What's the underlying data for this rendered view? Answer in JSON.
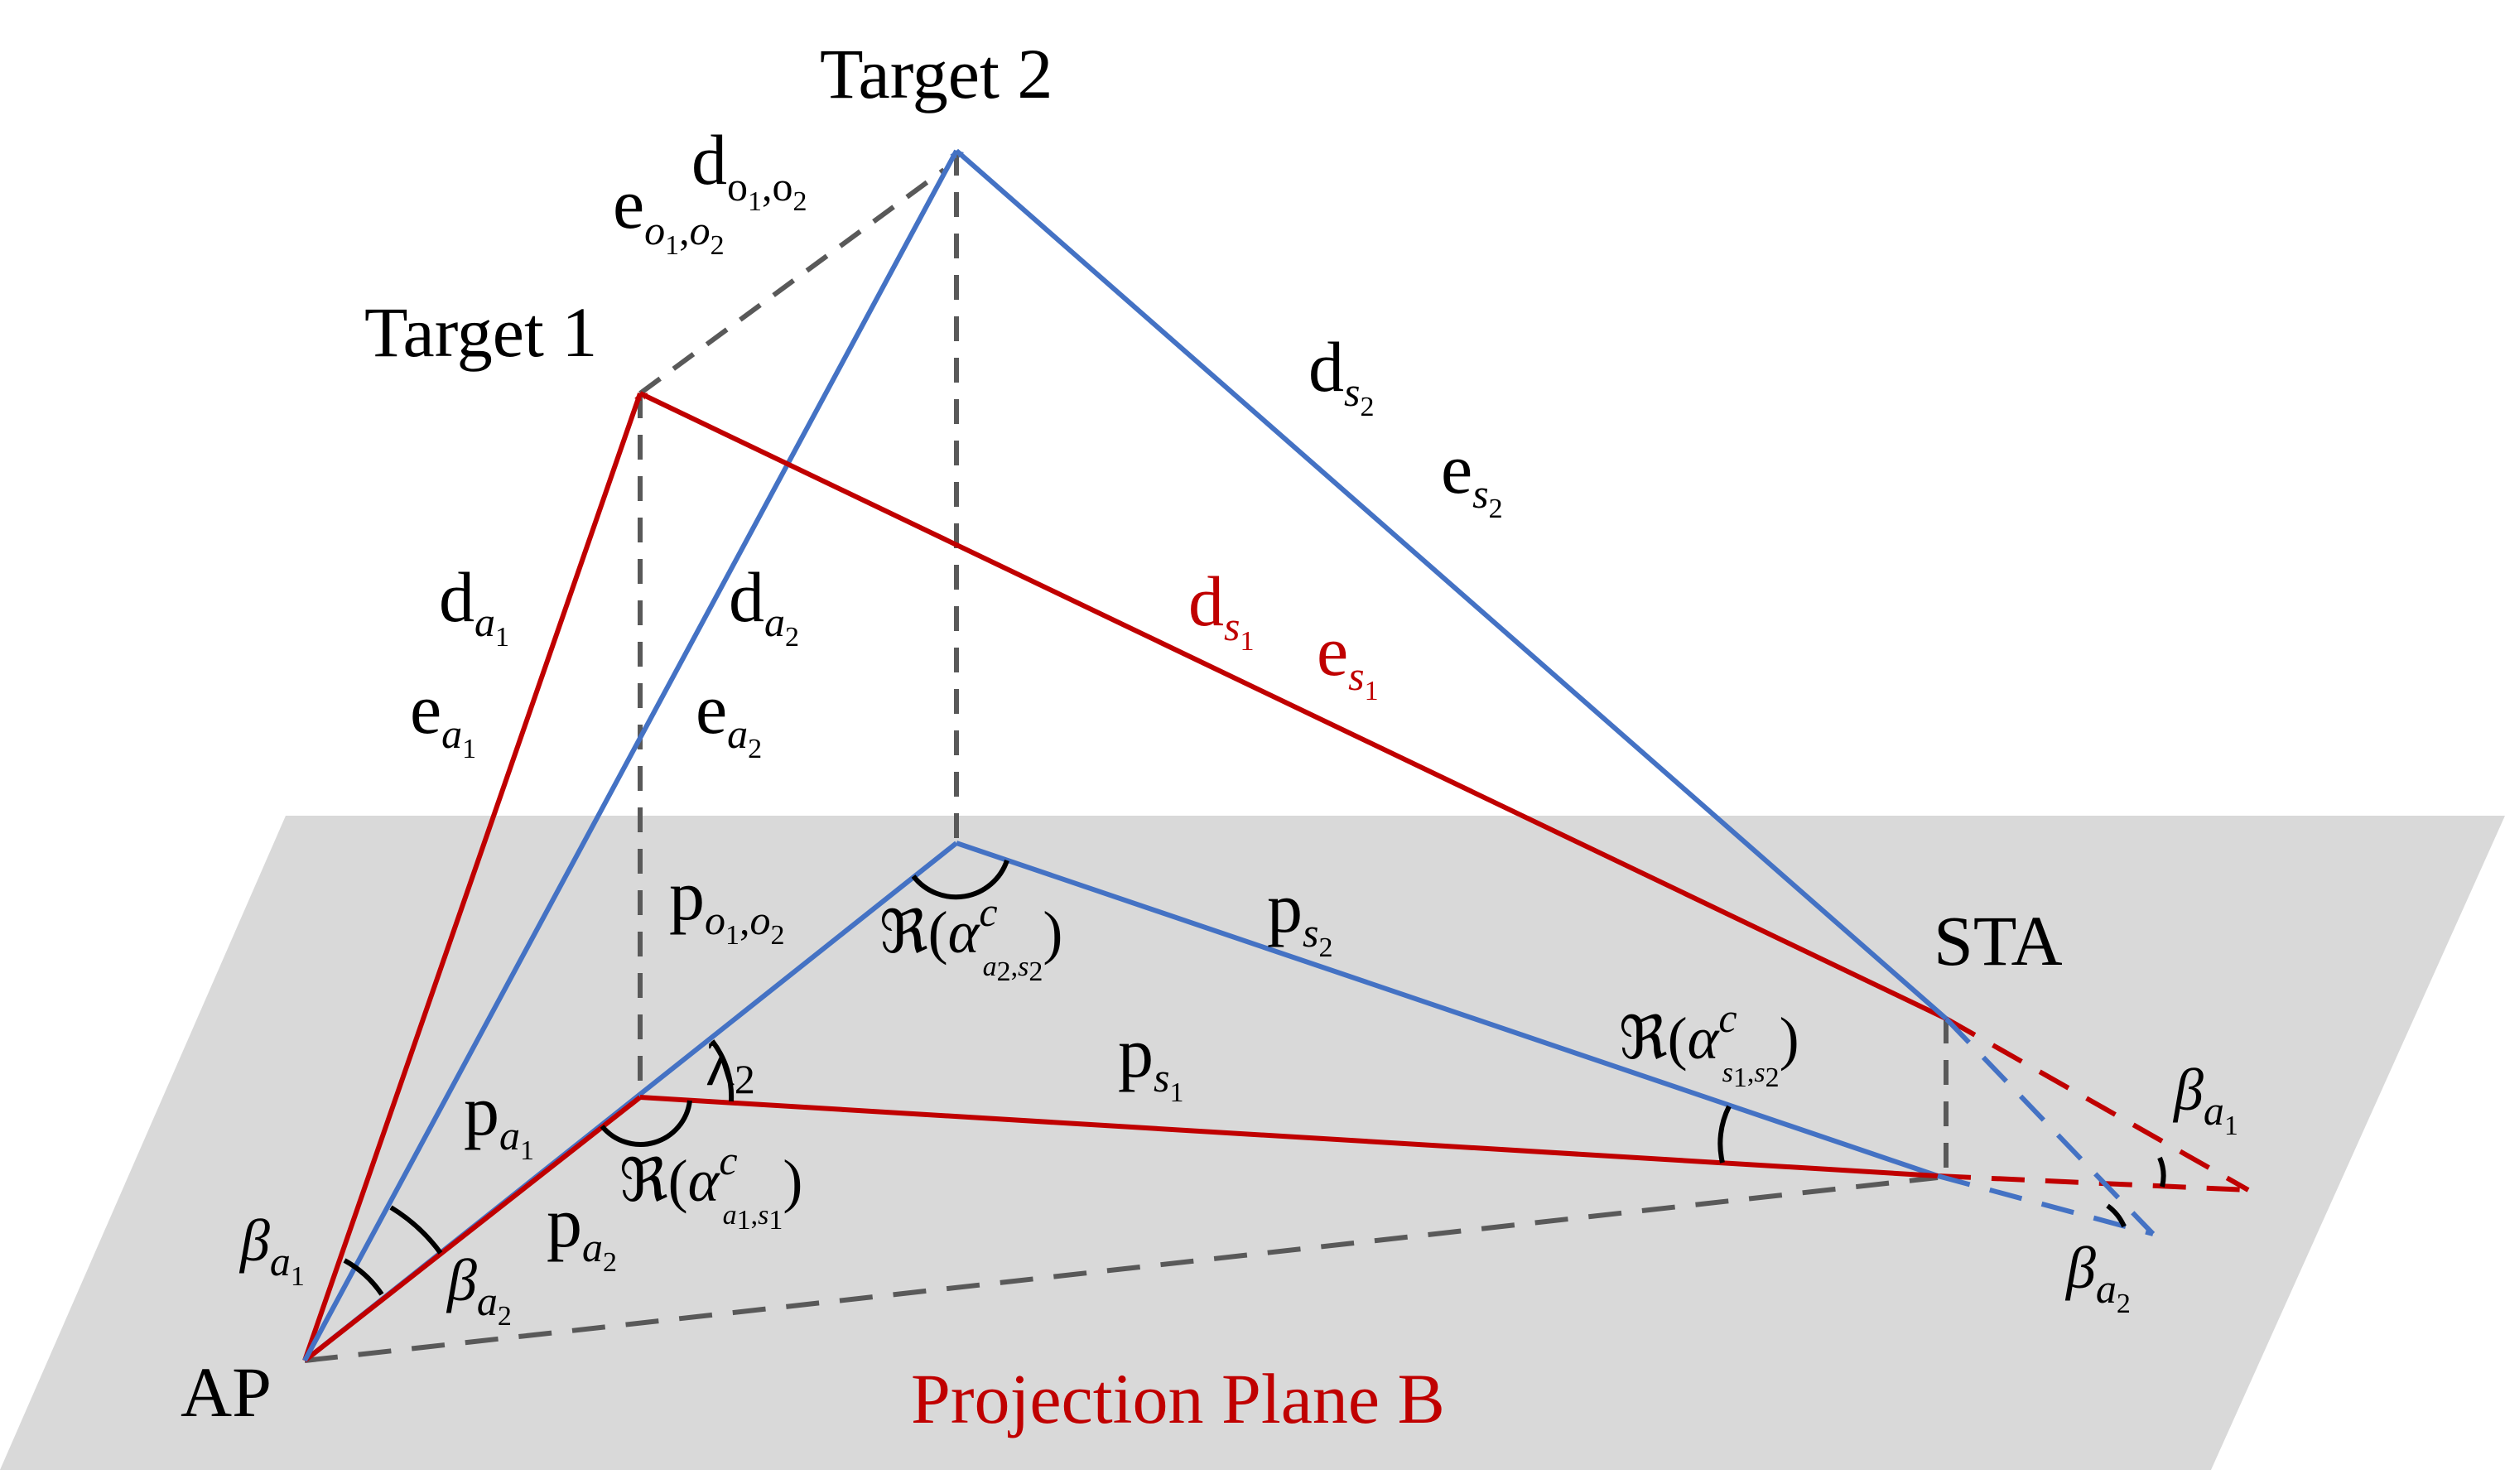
{
  "colors": {
    "red": "#C00000",
    "blue": "#4472C4",
    "dash": "#595959",
    "plane": "#D9D9D9",
    "plane_title": "#C00000",
    "black": "#000000"
  },
  "nodes": {
    "target2": "Target 2",
    "target1": "Target 1",
    "sta": "STA",
    "ap": "AP"
  },
  "plane": {
    "title": "Projection Plane B"
  },
  "symbols": {
    "d": "d",
    "e": "e",
    "p": "p",
    "alpha": "α",
    "beta": "β",
    "lambda": "λ",
    "real": "ℜ",
    "lparen": "(",
    "rparen": ")",
    "comma": ",",
    "c": "c",
    "a": "a",
    "s": "s",
    "o": "o",
    "one": "1",
    "two": "2"
  }
}
